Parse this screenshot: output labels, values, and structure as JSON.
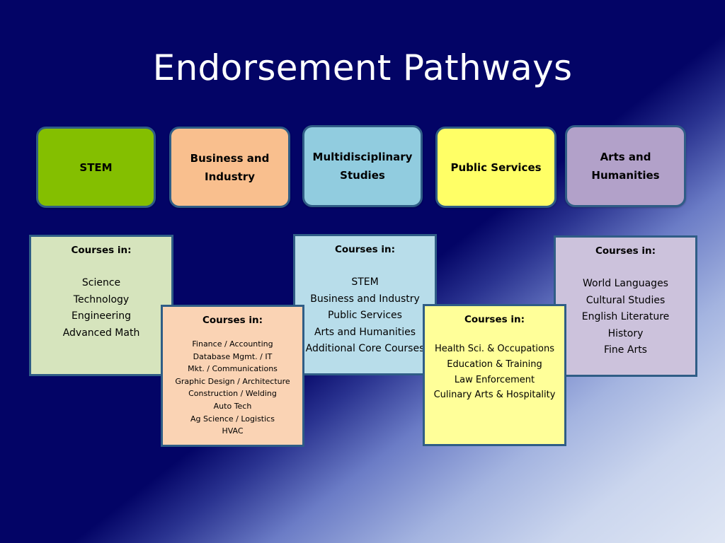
{
  "slide": {
    "title": "Endorsement Pathways"
  },
  "colors": {
    "background_dark": "#030466",
    "background_light": "#dfe6f4",
    "border": "#2f5d86",
    "stem": "#84bf00",
    "business": "#f9bf8e",
    "multidisciplinary": "#91ccdf",
    "public_services": "#ffff66",
    "arts": "#b2a1c9",
    "stem_courses": "#d6e4bd",
    "business_courses": "#fad3b4",
    "multidisciplinary_courses": "#b8ddea",
    "public_services_courses": "#ffff99",
    "arts_courses": "#ccc2dc"
  },
  "pathways": [
    {
      "label": "STEM"
    },
    {
      "label": "Business and Industry"
    },
    {
      "label": "Multidisciplinary Studies"
    },
    {
      "label": "Public Services"
    },
    {
      "label": "Arts and Humanities"
    }
  ],
  "course_boxes": {
    "stem": {
      "heading": "Courses in:",
      "items": [
        "Science",
        "Technology",
        "Engineering",
        "Advanced Math"
      ]
    },
    "business": {
      "heading": "Courses in:",
      "items": [
        "Finance / Accounting",
        "Database Mgmt. / IT",
        "Mkt. / Communications",
        "Graphic Design / Architecture",
        "Construction / Welding",
        "Auto Tech",
        "Ag Science / Logistics",
        "HVAC"
      ]
    },
    "multidisciplinary": {
      "heading": "Courses in:",
      "items": [
        "STEM",
        "Business and Industry",
        "Public Services",
        "Arts and Humanities",
        "Additional Core Courses"
      ]
    },
    "public_services": {
      "heading": "Courses in:",
      "items": [
        "Health Sci. & Occupations",
        "Education & Training",
        "Law Enforcement",
        "Culinary Arts & Hospitality"
      ]
    },
    "arts": {
      "heading": "Courses in:",
      "items": [
        "World Languages",
        "Cultural Studies",
        "English Literature",
        "History",
        "Fine Arts"
      ]
    }
  }
}
